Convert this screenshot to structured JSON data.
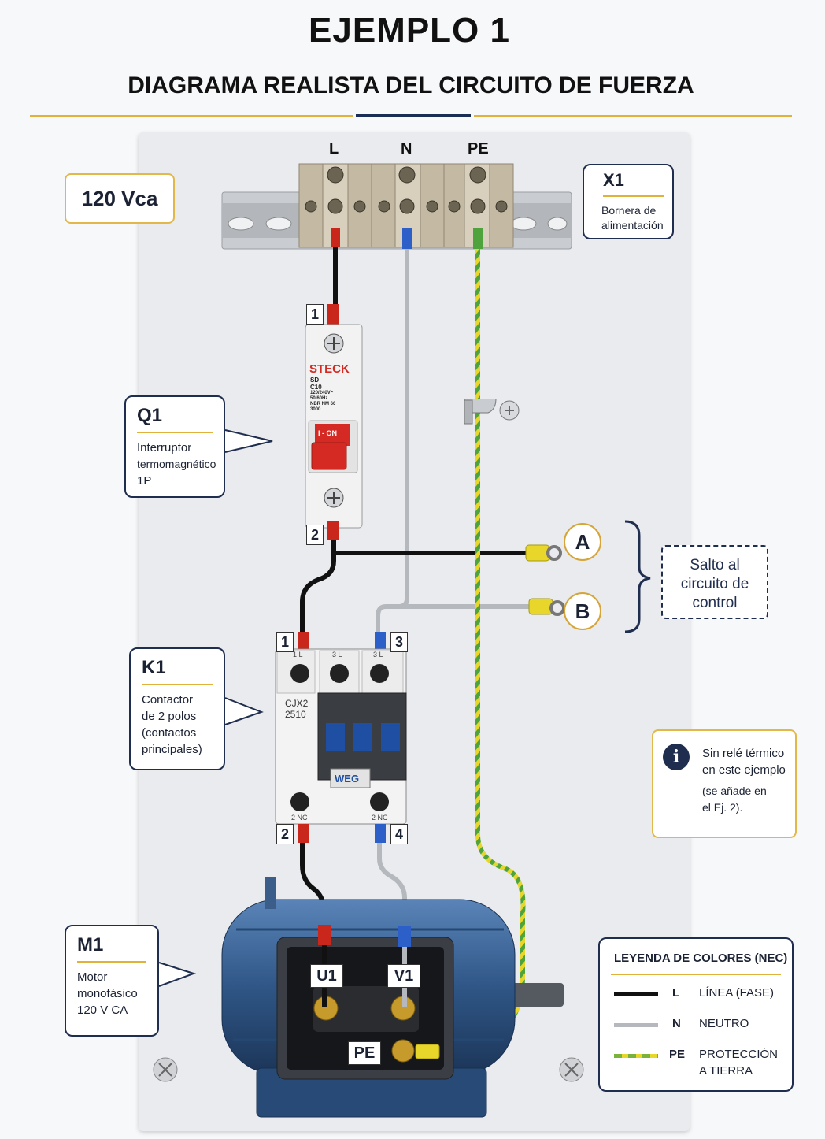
{
  "header": {
    "title": "EJEMPLO 1",
    "subtitle": "DIAGRAMA REALISTA DEL CIRCUITO DE FUERZA"
  },
  "supply": {
    "voltage_label": "120 Vca"
  },
  "terminal_labels": {
    "L": "L",
    "N": "N",
    "PE": "PE"
  },
  "callouts": {
    "x1": {
      "title": "X1",
      "desc": [
        "Bornera de",
        "alimentación"
      ]
    },
    "q1": {
      "title": "Q1",
      "desc": [
        "Interruptor",
        "termomagnético",
        "1P"
      ]
    },
    "k1": {
      "title": "K1",
      "desc": [
        "Contactor",
        "de 2 polos",
        "(contactos",
        "principales)"
      ]
    },
    "m1": {
      "title": "M1",
      "desc": [
        "Motor",
        "monofásico",
        "120 V CA"
      ]
    }
  },
  "breaker": {
    "brand": "STECK",
    "model": [
      "SD",
      "C10",
      "120/240V~",
      "50/60Hz",
      "NBR NM 60",
      "3000"
    ],
    "toggle_label": "I - ON",
    "term_top": "1",
    "term_bottom": "2"
  },
  "contactor": {
    "model": [
      "CJX2",
      "2510"
    ],
    "brand": "WEG",
    "term_1": "1",
    "term_2": "2",
    "term_3": "3",
    "term_4": "4",
    "top_marks": [
      "1 L",
      "3 L",
      "3 L"
    ],
    "bottom_marks": [
      "2 NC",
      "2 NC"
    ]
  },
  "control_jump": {
    "a": "A",
    "b": "B",
    "label": [
      "Salto al",
      "circuito de",
      "control"
    ]
  },
  "info_note": {
    "bold": [
      "Sin relé térmico",
      "en este ejemplo"
    ],
    "light": [
      "(se añade en",
      "el Ej. 2)."
    ]
  },
  "motor": {
    "u1": "U1",
    "v1": "V1",
    "pe": "PE"
  },
  "legend": {
    "title": "LEYENDA DE COLORES (NEC)",
    "rows": [
      {
        "code": "L",
        "text": [
          "LÍNEA (FASE)"
        ],
        "color": "#111111"
      },
      {
        "code": "N",
        "text": [
          "NEUTRO"
        ],
        "color": "#b5b9be"
      },
      {
        "code": "PE",
        "text": [
          "PROTECCIÓN",
          "A TIERRA"
        ],
        "color": "#7ab33b"
      }
    ]
  },
  "colors": {
    "line": "#111111",
    "neutral": "#b5b9be",
    "ground_green": "#4fa33c",
    "ground_yellow": "#e8d62a",
    "accent": "#e0b23c",
    "navy": "#1f2d4f",
    "motor_blue": "#2f5686"
  }
}
